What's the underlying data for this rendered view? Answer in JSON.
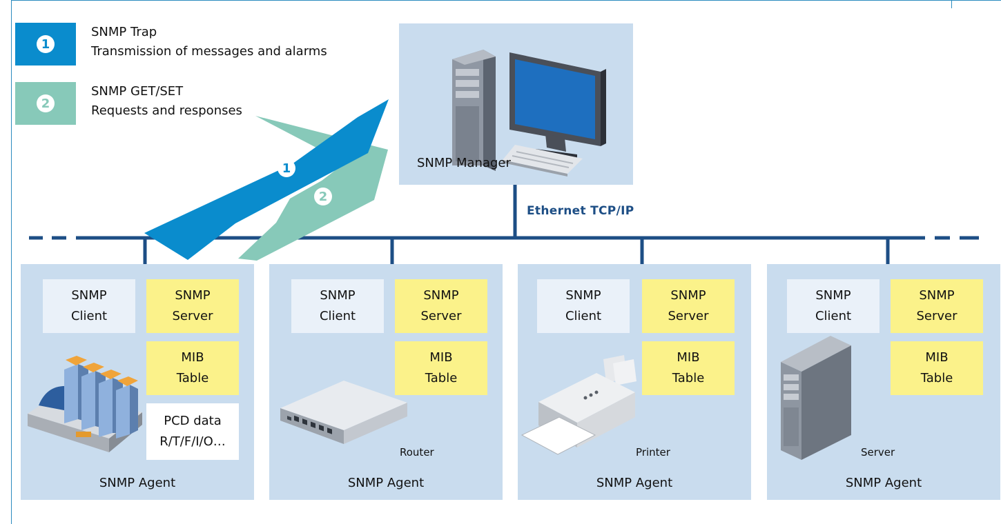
{
  "legend": [
    {
      "number": "1",
      "title": "SNMP Trap",
      "desc": "Transmission of messages and alarms",
      "color": "#0a8ccd"
    },
    {
      "number": "2",
      "title": "SNMP GET/SET",
      "desc": "Requests and responses",
      "color": "#87c9b9"
    }
  ],
  "manager": {
    "label": "SNMP Manager",
    "icon": "computer-icon"
  },
  "network": {
    "label": "Ethernet TCP/IP",
    "color": "#1d4e85"
  },
  "arrows": {
    "trap_number": "1",
    "getset_number": "2"
  },
  "agents": [
    {
      "client": [
        "SNMP",
        "Client"
      ],
      "server": [
        "SNMP",
        "Server"
      ],
      "mib": [
        "MIB",
        "Table"
      ],
      "pcd": [
        "PCD data",
        "R/T/F/I/O…"
      ],
      "device_label": "",
      "device_icon": "plc-icon",
      "label": "SNMP Agent"
    },
    {
      "client": [
        "SNMP",
        "Client"
      ],
      "server": [
        "SNMP",
        "Server"
      ],
      "mib": [
        "MIB",
        "Table"
      ],
      "device_label": "Router",
      "device_icon": "router-icon",
      "label": "SNMP Agent"
    },
    {
      "client": [
        "SNMP",
        "Client"
      ],
      "server": [
        "SNMP",
        "Server"
      ],
      "mib": [
        "MIB",
        "Table"
      ],
      "device_label": "Printer",
      "device_icon": "printer-icon",
      "label": "SNMP Agent"
    },
    {
      "client": [
        "SNMP",
        "Client"
      ],
      "server": [
        "SNMP",
        "Server"
      ],
      "mib": [
        "MIB",
        "Table"
      ],
      "device_label": "Server",
      "device_icon": "server-icon",
      "label": "SNMP Agent"
    }
  ]
}
